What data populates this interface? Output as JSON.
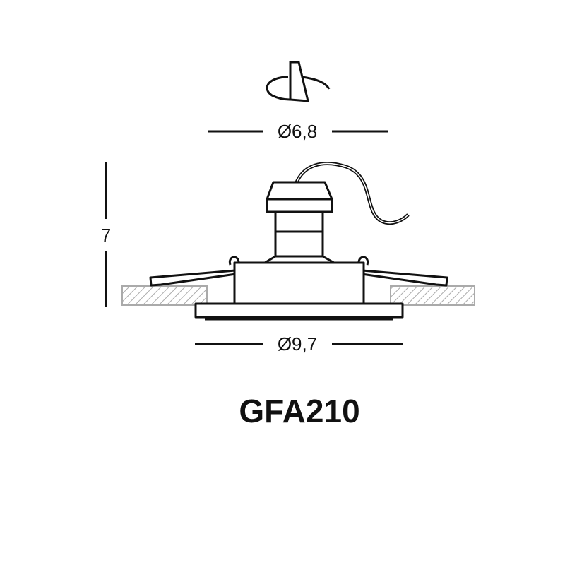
{
  "dimensions": {
    "cutout_diameter": "Ø6,8",
    "outer_diameter": "Ø9,7",
    "height": "7"
  },
  "model": "GFA210",
  "icons": {
    "tilt": "tilt-rotation-icon"
  },
  "colors": {
    "line": "#111111",
    "ceiling_hatch": "#aaaaaa"
  }
}
